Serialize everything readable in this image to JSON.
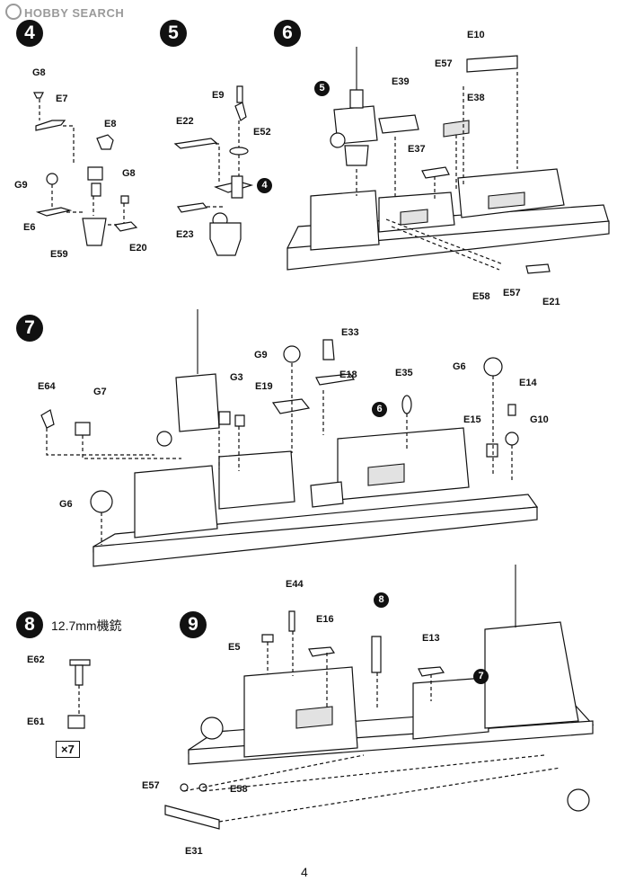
{
  "watermark": {
    "text": "HOBBY SEARCH"
  },
  "page_number": "4",
  "steps": [
    {
      "number": "4",
      "parts": [
        "G8",
        "E7",
        "E8",
        "G9",
        "G8",
        "E6",
        "E59",
        "E20"
      ]
    },
    {
      "number": "5",
      "parts": [
        "E9",
        "E22",
        "E52",
        "4",
        "E23"
      ]
    },
    {
      "number": "6",
      "parts": [
        "E10",
        "E57",
        "5",
        "E39",
        "E38",
        "E37",
        "E58",
        "E57",
        "E21"
      ]
    },
    {
      "number": "7",
      "parts": [
        "G9",
        "E33",
        "E64",
        "G7",
        "G3",
        "E19",
        "E18",
        "E35",
        "G6",
        "E14",
        "6",
        "E15",
        "G10",
        "G6"
      ]
    },
    {
      "number": "8",
      "note": "12.7mm機銃",
      "parts": [
        "E62",
        "E61"
      ],
      "quantity": "×7"
    },
    {
      "number": "9",
      "parts": [
        "E44",
        "8",
        "E16",
        "E5",
        "E13",
        "7",
        "E57",
        "E58",
        "E31"
      ]
    }
  ]
}
